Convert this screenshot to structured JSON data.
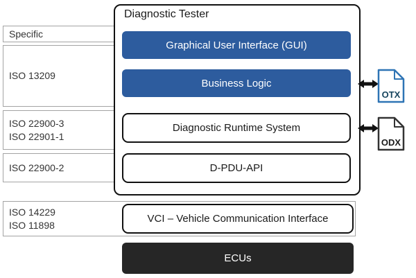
{
  "diagram": {
    "tester_title": "Diagnostic Tester",
    "bands": [
      {
        "label": "Specific"
      },
      {
        "label": "ISO 13209"
      },
      {
        "label": "ISO 22900-3\nISO 22901-1"
      },
      {
        "label": "ISO 22900-2"
      },
      {
        "label": "ISO 14229\nISO 11898"
      }
    ],
    "blocks": {
      "gui": "Graphical User Interface (GUI)",
      "business_logic": "Business Logic",
      "diagnostic_runtime": "Diagnostic Runtime System",
      "d_pdu_api": "D-PDU-API",
      "vci": "VCI – Vehicle Communication Interface",
      "ecus": "ECUs"
    },
    "files": {
      "otx": {
        "label": "OTX"
      },
      "odx": {
        "label": "ODX"
      }
    },
    "colors": {
      "accent_blue": "#2d5c9e",
      "dark_block": "#262626",
      "band_border": "#a3a3a3",
      "box_border": "#111111",
      "otx_border": "#2e74b5",
      "otx_text": "#17455e",
      "odx_border": "#333333",
      "odx_text": "#1a1a1a",
      "arrow": "#111111"
    }
  }
}
